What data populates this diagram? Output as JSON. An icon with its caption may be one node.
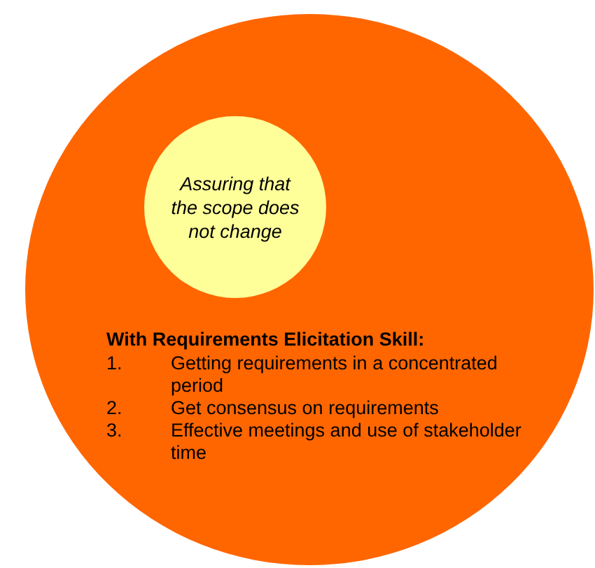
{
  "diagram": {
    "nodes": [
      {
        "text": [
          "With Requirements Elicitation Skill:",
          "1. Getting requirements in a concentrated period",
          "2. Get consensus on requirements",
          "3. Effective meetings and use of stakeholder time"
        ]
      },
      {
        "text": [
          "Assuring that the scope does not change"
        ],
        "in": 0
      }
    ]
  }
}
